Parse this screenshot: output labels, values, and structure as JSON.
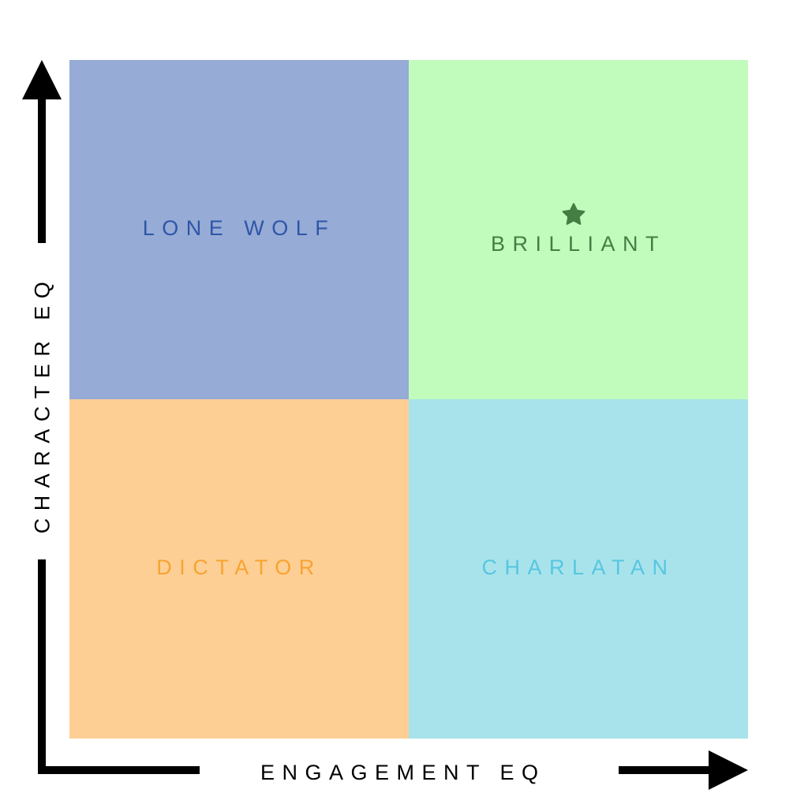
{
  "colors": {
    "lone_wolf_bg": "#96abd5",
    "lone_wolf_text": "#2e56a8",
    "brilliant_bg": "#c2fcbd",
    "brilliant_text": "#457e42",
    "dictator_bg": "#fdcf95",
    "dictator_text": "#f8a331",
    "charlatan_bg": "#a8e3ec",
    "charlatan_text": "#57c6df",
    "axis": "#000000"
  },
  "quadrants": {
    "top_left": {
      "label": "LONE WOLF"
    },
    "top_right": {
      "label": "BRILLIANT",
      "icon": "star-icon"
    },
    "bottom_left": {
      "label": "DICTATOR"
    },
    "bottom_right": {
      "label": "CHARLATAN"
    }
  },
  "axes": {
    "x": {
      "label": "ENGAGEMENT EQ",
      "direction": "right"
    },
    "y": {
      "label": "CHARACTER EQ",
      "direction": "up"
    }
  }
}
